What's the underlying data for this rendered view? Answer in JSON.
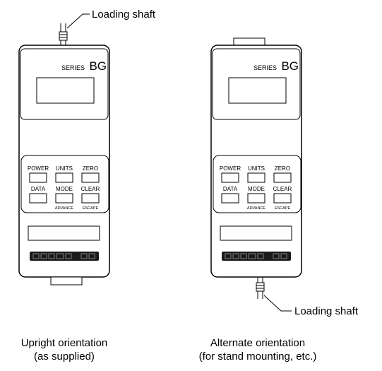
{
  "diagram_title": "",
  "shaft_label": "Loading shaft",
  "series_prefix": "SERIES",
  "series_model": "BG",
  "buttons": {
    "power": "POWER",
    "units": "UNITS",
    "zero": "ZERO",
    "data": "DATA",
    "mode": "MODE",
    "clear": "CLEAR",
    "advance": "ADVANCE",
    "escape": "ESCAPE"
  },
  "devices": [
    {
      "caption_line1": "Upright orientation",
      "caption_line2": "(as supplied)"
    },
    {
      "caption_line1": "Alternate orientation",
      "caption_line2": "(for stand mounting, etc.)"
    }
  ]
}
